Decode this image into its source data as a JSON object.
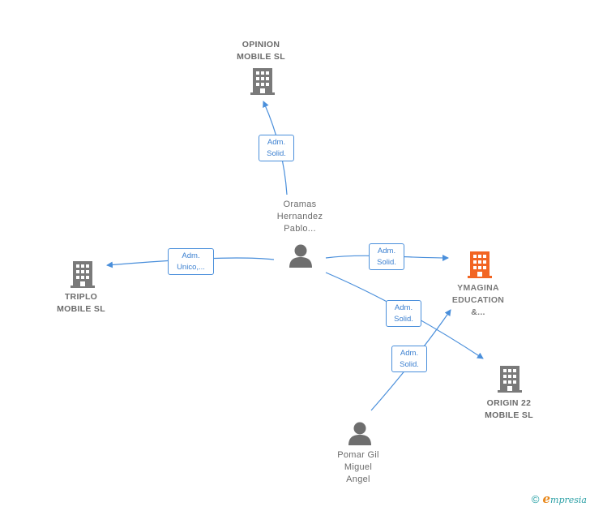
{
  "nodes": {
    "opinion": {
      "lines": [
        "OPINION",
        "MOBILE  SL"
      ]
    },
    "triplo": {
      "lines": [
        "TRIPLO",
        "MOBILE  SL"
      ]
    },
    "ymagina": {
      "lines": [
        "YMAGINA",
        "EDUCATION",
        "&..."
      ]
    },
    "origin": {
      "lines": [
        "ORIGIN 22",
        "MOBILE  SL"
      ]
    },
    "oramas": {
      "lines": [
        "Oramas",
        "Hernandez",
        "Pablo..."
      ]
    },
    "pomar": {
      "lines": [
        "Pomar Gil",
        "Miguel",
        "Angel"
      ]
    }
  },
  "edges": {
    "oramas_opinion": {
      "lines": [
        "Adm.",
        "Solid."
      ]
    },
    "oramas_triplo": {
      "lines": [
        "Adm.",
        "Unico,..."
      ]
    },
    "oramas_ymagina": {
      "lines": [
        "Adm.",
        "Solid."
      ]
    },
    "oramas_origin": {
      "lines": [
        "Adm.",
        "Solid."
      ]
    },
    "pomar_ymagina": {
      "lines": [
        "Adm.",
        "Solid."
      ]
    }
  },
  "colors": {
    "edge": "#4a8fdb",
    "company": "#7a7a7a",
    "focus_company": "#f26522",
    "person": "#6e6e6e"
  },
  "footer": {
    "copyright": "©",
    "brand_initial": "e",
    "brand_rest": "mpresia"
  }
}
